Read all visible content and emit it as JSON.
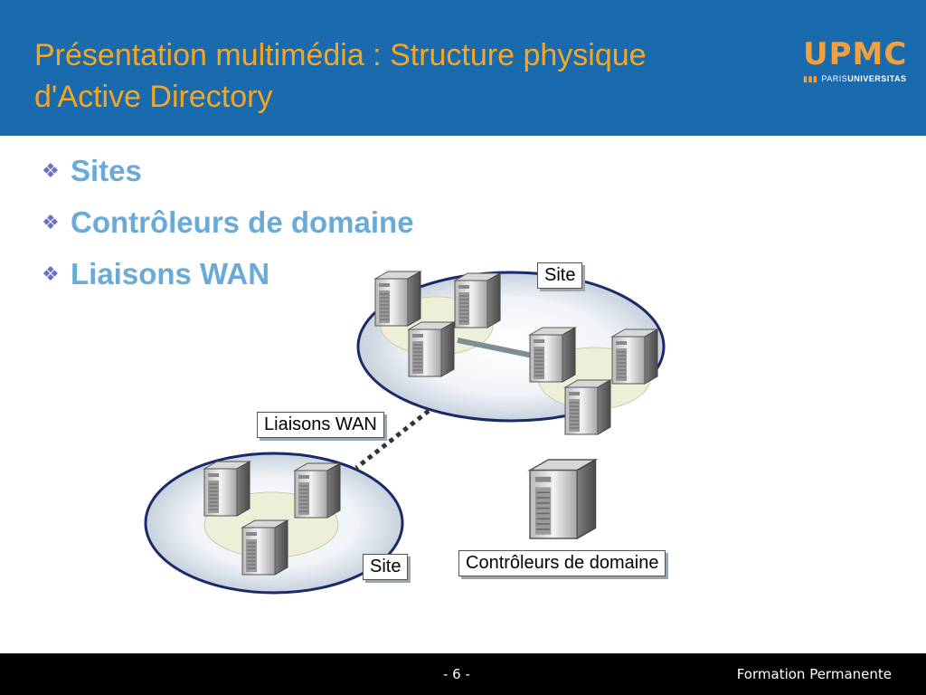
{
  "slide": {
    "title_line1": "Présentation multimédia : Structure physique",
    "title_line2": "d'Active Directory"
  },
  "logo": {
    "text": "UPMC",
    "sub_left": "PARIS",
    "sub_right": "UNIVERSITAS",
    "bars": "▮▮▮"
  },
  "bullets": [
    {
      "icon": "diamond-bullet-icon",
      "text": "Sites"
    },
    {
      "icon": "diamond-bullet-icon",
      "text": "Contrôleurs de domaine"
    },
    {
      "icon": "diamond-bullet-icon",
      "text": "Liaisons WAN"
    }
  ],
  "diagram": {
    "site_label_top": "Site",
    "site_label_bottom": "Site",
    "wan_label": "Liaisons WAN",
    "dc_label": "Contrôleurs de domaine",
    "icon": "server-icon"
  },
  "footer": {
    "page": "- 6 -",
    "right_text": "Formation Permanente"
  },
  "colors": {
    "header": "#1a6aae",
    "title": "#f5a623",
    "bullet_text": "#6aaad8",
    "bullet_mark": "#6a70c8",
    "footer": "#000000"
  }
}
